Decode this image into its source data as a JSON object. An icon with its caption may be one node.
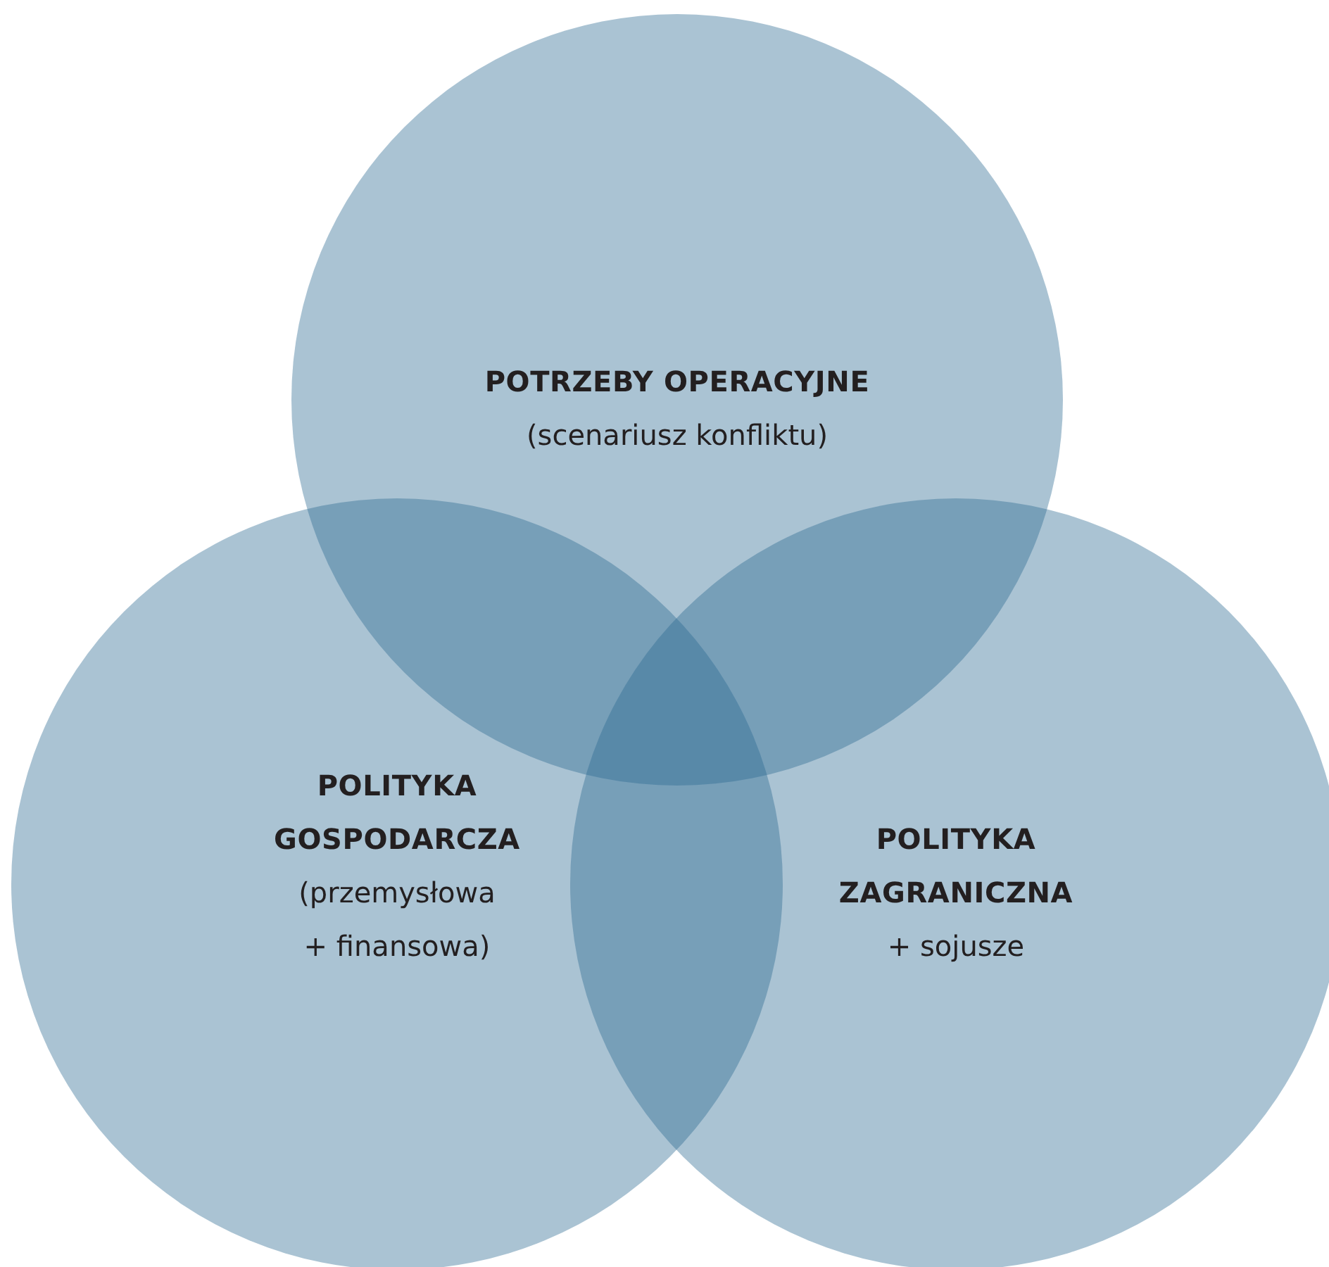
{
  "diagram": {
    "nodes": [
      {
        "text": [
          "POTRZEBY OPERACYJNE",
          "(scenariusz konfliktu)"
        ]
      },
      {
        "text": [
          "POLITYKA GOSPODARCZA",
          "(przemysłowa + finansowa)"
        ]
      },
      {
        "text": [
          "POLITYKA ZAGRANICZNA",
          "+ sojusze"
        ]
      }
    ],
    "edges": []
  }
}
